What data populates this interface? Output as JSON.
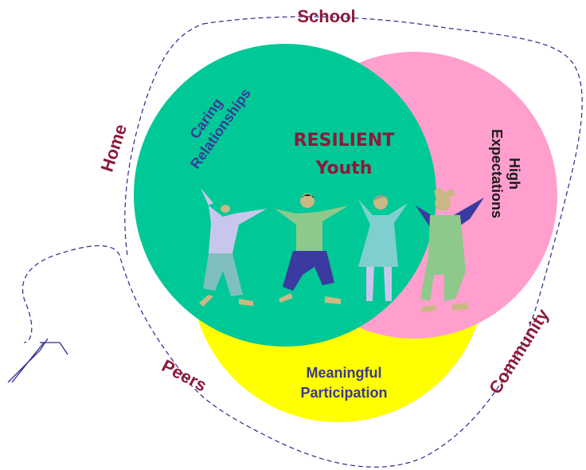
{
  "context_labels": {
    "school": "School",
    "home": "Home",
    "peers": "Peers",
    "community": "Community"
  },
  "center_title": {
    "line1": "RESILIENT",
    "line2": "Youth"
  },
  "circles": {
    "caring": {
      "line1": "Caring",
      "line2": "Relationships",
      "color": "#00c896"
    },
    "expectations": {
      "line1": "High",
      "line2": "Expectations",
      "color": "#ff9fce"
    },
    "participation": {
      "line1": "Meaningful",
      "line2": "Participation",
      "color": "#ffff00"
    }
  },
  "colors": {
    "context_text": "#8b1a3a",
    "caring_text": "#3a3a9a",
    "center_text": "#8b1a3a",
    "participation_text": "#3a3a8a",
    "expectations_text": "#1a1a1a",
    "boundary_line": "#2a2a8a"
  },
  "figures": [
    {
      "name": "figure-lavender",
      "shirt": "#c9c6ee",
      "pants": "#7fbfbf",
      "head": "#c9b884"
    },
    {
      "name": "figure-green-shirt",
      "shirt": "#8dc98a",
      "pants": "#3a3aa0",
      "head": "#c9b884"
    },
    {
      "name": "figure-dress",
      "shirt": "#7fcfcf",
      "pants": "#c9c6ee",
      "head": "#c9b884"
    },
    {
      "name": "figure-overalls",
      "shirt": "#3a3aa0",
      "pants": "#8dc98a",
      "head": "#c9b884"
    }
  ]
}
